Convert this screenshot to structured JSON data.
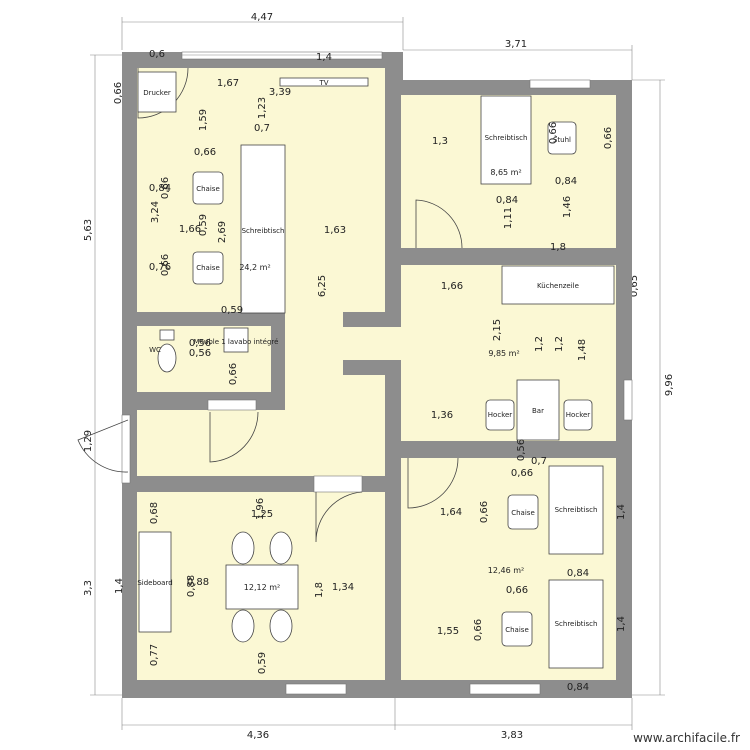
{
  "watermark": "www.archifacile.fr",
  "colors": {
    "wall": "#8d8d8d",
    "floor": "#fbf8d4",
    "furniture": "#ffffff"
  },
  "overall_dims": {
    "top_left": "4,47",
    "top_right": "3,71",
    "left_upper": "5,63",
    "left_door": "1,29",
    "left_lower": "3,3",
    "right_upper": "0,65",
    "right_total": "9,96",
    "bottom_left": "4,36",
    "bottom_right": "3,83"
  },
  "rooms": {
    "main_area": "24,2 m²",
    "top_right": "8,65 m²",
    "kitchen": "9,85 m²",
    "bottom_left": "12,12 m²",
    "bottom_right": "12,46 m²"
  },
  "furniture": {
    "printer": "Drucker",
    "tv": "TV",
    "desk": "Schreibtisch",
    "chair": "Chaise",
    "stool": "Stuhl",
    "kitchenette": "Küchenzeile",
    "bar": "Bar",
    "bar_stool": "Hocker",
    "wc": "WC",
    "washbasin": "Meuble 1 lavabo intégré",
    "sideboard": "Sideboard"
  },
  "measurements": {
    "m_06": "0,6",
    "m_14": "1,4",
    "m_066a": "0,66",
    "m_167": "1,67",
    "m_339": "3,39",
    "m_123": "1,23",
    "m_159": "1,59",
    "m_07a": "0,7",
    "m_066b": "0,66",
    "m_084a": "0,84",
    "m_066c": "0,66",
    "m_324": "3,24",
    "m_059a": "0,59",
    "m_269": "2,69",
    "m_166": "1,66",
    "m_076": "0,76",
    "m_066d": "0,66",
    "m_163": "1,63",
    "m_625": "6,25",
    "m_059b": "0,59",
    "m_056a": "0,56",
    "m_056b": "0,56",
    "m_066e": "0,66",
    "m_13": "1,3",
    "m_066f": "0,66",
    "m_066g": "0,66",
    "m_084b": "0,84",
    "m_111": "1,11",
    "m_146": "1,46",
    "m_18a": "1,8",
    "m_166b": "1,66",
    "m_215": "2,15",
    "m_12a": "1,2",
    "m_12b": "1,2",
    "m_148": "1,48",
    "m_136": "1,36",
    "m_056c": "0,56",
    "m_07b": "0,7",
    "m_068": "0,68",
    "m_196": "1,96",
    "m_125": "1,25",
    "m_14b": "1,4",
    "m_088a": "0,88",
    "m_088b": "0,88",
    "m_18b": "1,8",
    "m_134": "1,34",
    "m_077": "0,77",
    "m_059c": "0,59",
    "m_066h": "0,66",
    "m_164": "1,64",
    "m_066i": "0,66",
    "m_14c": "1,4",
    "m_084c": "0,84",
    "m_066j": "0,66",
    "m_155": "1,55",
    "m_066k": "0,66",
    "m_14d": "1,4",
    "m_084d": "0,84"
  }
}
